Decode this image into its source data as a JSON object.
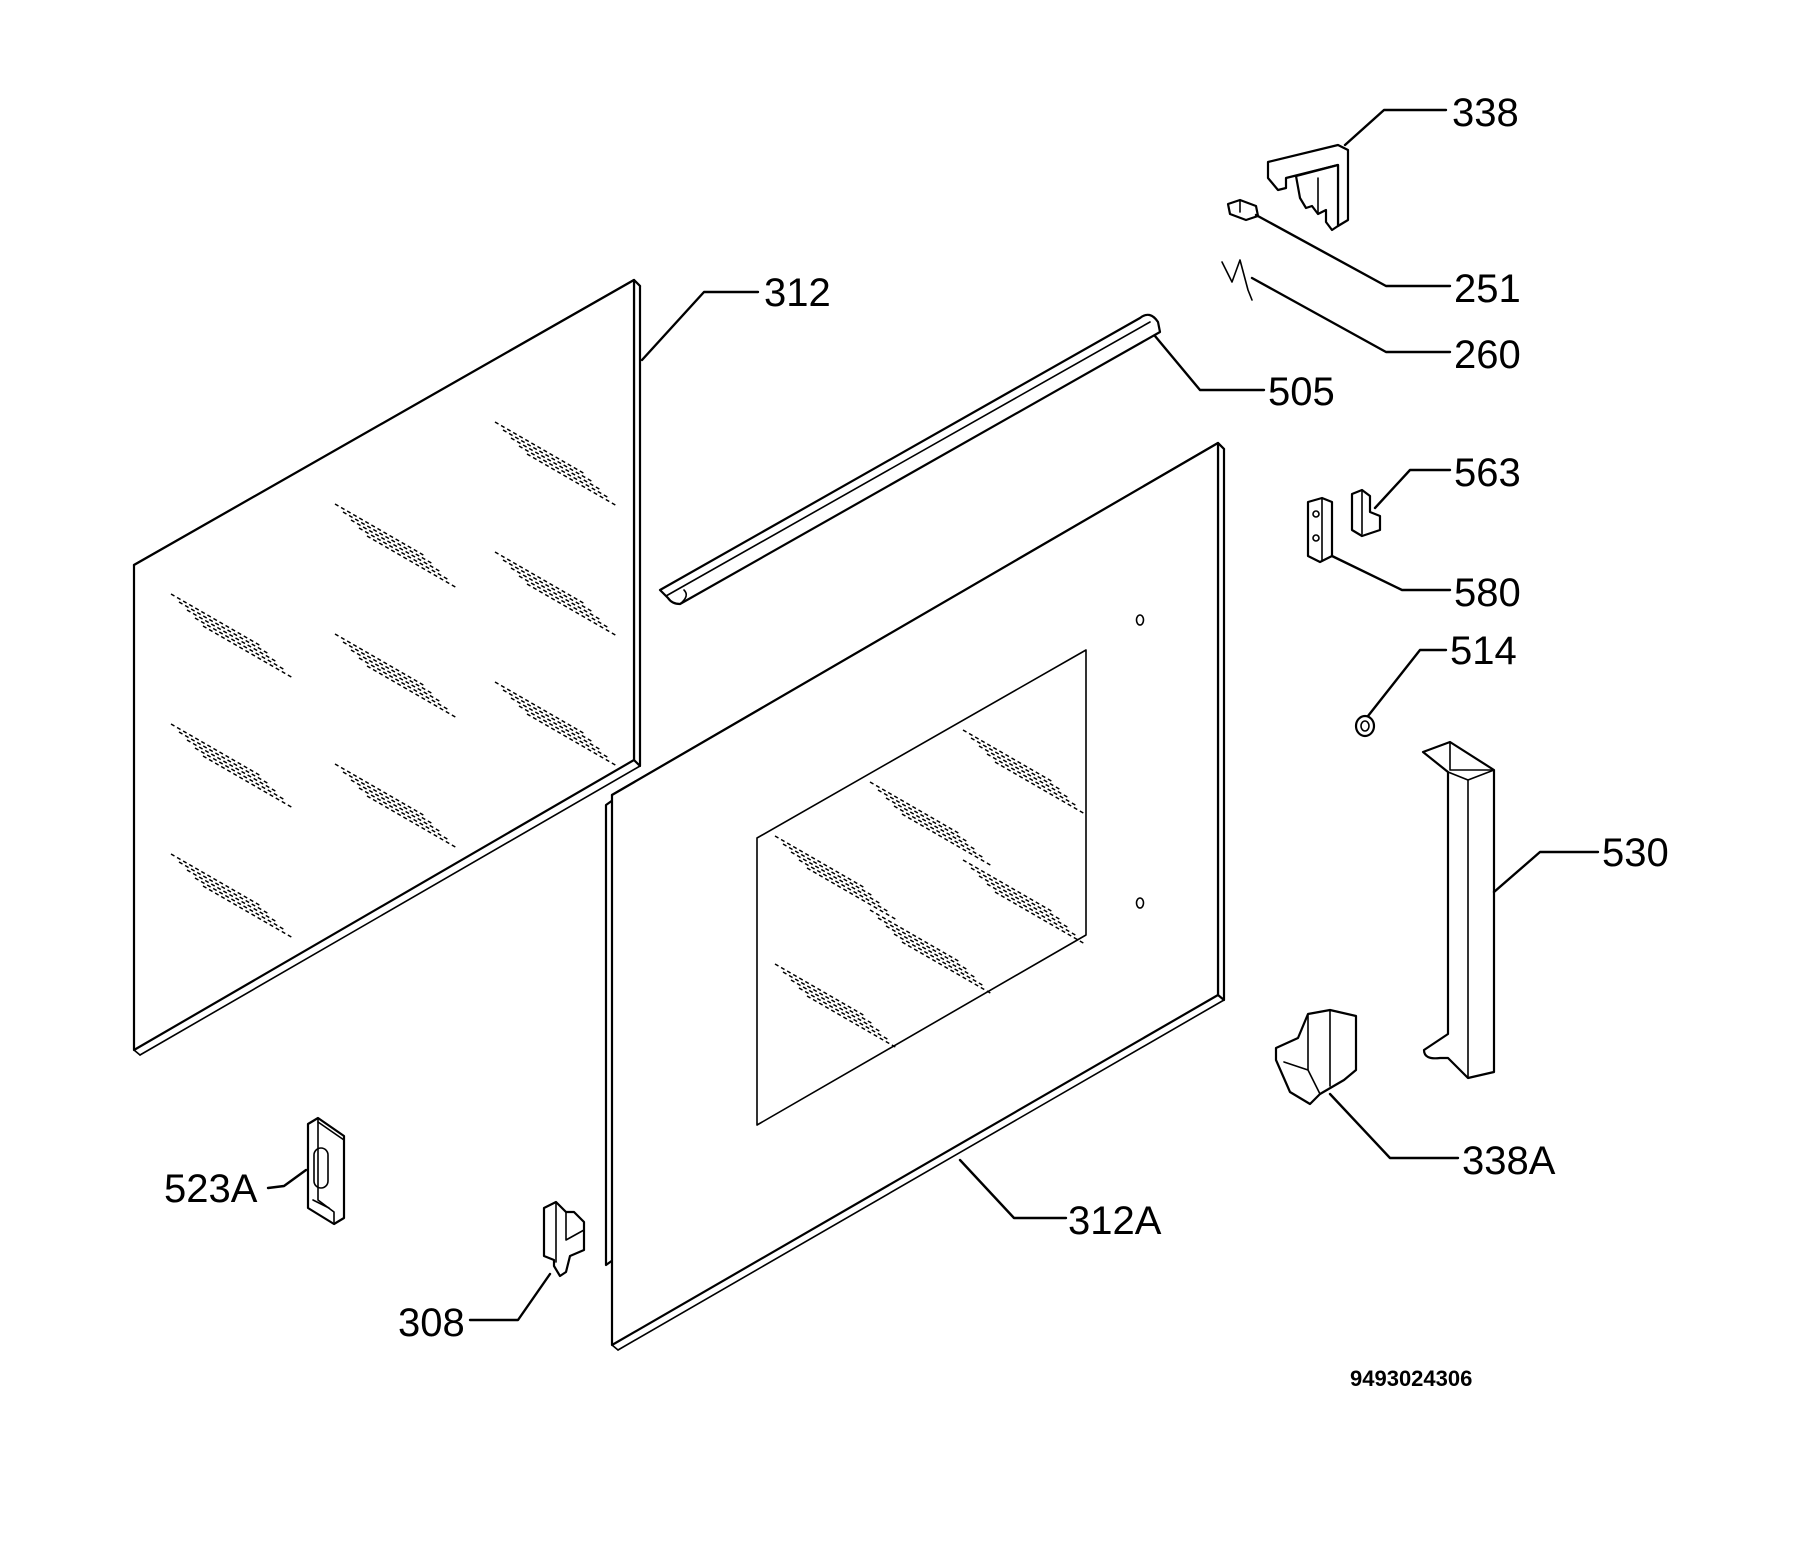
{
  "diagram": {
    "drawing_number": "9493024306",
    "parts": [
      {
        "id": "338",
        "name": "hinge-cover-top"
      },
      {
        "id": "251",
        "name": "clip"
      },
      {
        "id": "260",
        "name": "spring"
      },
      {
        "id": "312",
        "name": "inner-glass-panel"
      },
      {
        "id": "505",
        "name": "door-top-trim"
      },
      {
        "id": "563",
        "name": "bracket"
      },
      {
        "id": "580",
        "name": "hinge-block"
      },
      {
        "id": "514",
        "name": "screw"
      },
      {
        "id": "530",
        "name": "door-handle"
      },
      {
        "id": "338A",
        "name": "hinge-cover-bottom"
      },
      {
        "id": "523A",
        "name": "latch-plate"
      },
      {
        "id": "312A",
        "name": "outer-door-glass"
      },
      {
        "id": "308",
        "name": "hinge-clip"
      }
    ]
  }
}
